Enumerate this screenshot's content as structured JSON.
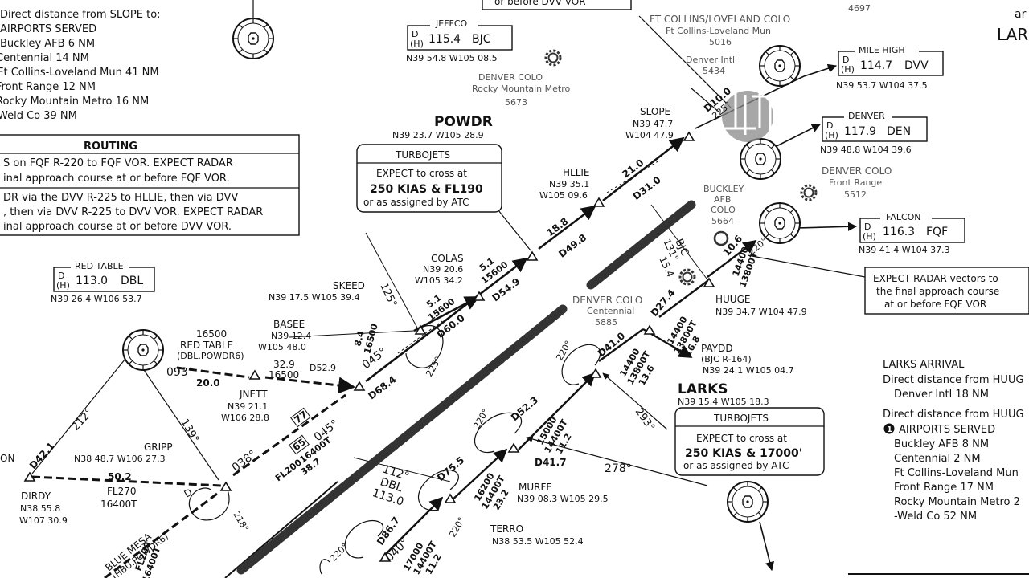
{
  "corner_text": {
    "ar": "ar",
    "lar": "LAR"
  },
  "slope_distances": {
    "heading": "Direct distance from SLOPE to:",
    "served": "AIRPORTS SERVED",
    "items": [
      "Buckley AFB 6 NM",
      "Centennial 14 NM",
      "Ft Collins-Loveland Mun 41 NM",
      "Front Range 12 NM",
      "Rocky Mountain Metro 16 NM",
      "Weld Co 39 NM"
    ]
  },
  "routing": {
    "header": "ROUTING",
    "lines1": [
      "S on FQF R-220 to FQF VOR. EXPECT RADAR",
      "inal approach course at or before FQF VOR."
    ],
    "lines2": [
      "DR via the DVV R-225 to HLLIE, then via DVV",
      ", then via DVV R-225 to DVV VOR. EXPECT RADAR",
      "inal approach course at or before DVV VOR."
    ],
    "top_fragment": "or before DVV VOR"
  },
  "airports": [
    {
      "name": "FT COLLINS/LOVELAND COLO",
      "sub": "Ft Collins-Loveland Mun",
      "elev": "5016"
    },
    {
      "name": "Denver Intl",
      "sub": "",
      "elev": "5434"
    },
    {
      "name": "DENVER COLO",
      "sub": "Rocky Mountain Metro",
      "elev": "5673"
    },
    {
      "name": "DENVER COLO",
      "sub": "Front Range",
      "elev": "5512"
    },
    {
      "name": "BUCKLEY",
      "sub": "AFB",
      "sub2": "COLO",
      "elev": "5664"
    },
    {
      "name": "DENVER COLO",
      "sub": "Centennial",
      "elev": "5885"
    },
    {
      "name": "Weld Co",
      "sub": "",
      "elev": "4697"
    }
  ],
  "navaids": [
    {
      "name": "JEFFCO",
      "freq": "115.4",
      "ident": "BJC",
      "coord": "N39 54.8 W105 08.5"
    },
    {
      "name": "MILE HIGH",
      "freq": "114.7",
      "ident": "DVV",
      "coord": "N39 53.7 W104 37.5"
    },
    {
      "name": "DENVER",
      "freq": "117.9",
      "ident": "DEN",
      "coord": "N39 48.8 W104 39.6"
    },
    {
      "name": "FALCON",
      "freq": "116.3",
      "ident": "FQF",
      "coord": "N39 41.4 W104 37.3"
    },
    {
      "name": "RED TABLE",
      "freq": "113.0",
      "ident": "DBL",
      "coord": "N39 26.4 W106 53.7"
    }
  ],
  "waypoints": [
    {
      "name": "SLOPE",
      "coord": "N39 47.7",
      "coord2": "W104 47.9"
    },
    {
      "name": "HLLIE",
      "coord": "N39 35.1",
      "coord2": "W105 09.6"
    },
    {
      "name": "POWDR",
      "coord": "N39 23.7 W105 28.9"
    },
    {
      "name": "COLAS",
      "coord": "N39 20.6",
      "coord2": "W105 34.2"
    },
    {
      "name": "SKEED",
      "coord": "N39 17.5 W105 39.4"
    },
    {
      "name": "BASEE",
      "coord": "N39 12.4",
      "coord2": "W105 48.0"
    },
    {
      "name": "JNETT",
      "coord": "N39 21.1",
      "coord2": "W106 28.8"
    },
    {
      "name": "GRIPP",
      "coord": "N38 48.7 W106 27.3"
    },
    {
      "name": "DIRDY",
      "coord": "N38 55.8",
      "coord2": "W107 30.9"
    },
    {
      "name": "HUUGE",
      "coord": "N39 34.7 W104 47.9"
    },
    {
      "name": "PAYDD",
      "coord": "(BJC R-164)",
      "coord2": "N39 24.1 W105 04.7"
    },
    {
      "name": "LARKS",
      "coord": "N39 15.4 W105 18.3"
    },
    {
      "name": "MURFE",
      "coord": "N39 08.3 W105 29.5"
    },
    {
      "name": "TERRO",
      "coord": "N38 53.5 W105 52.4"
    },
    {
      "name": "ON",
      "coord": ""
    }
  ],
  "turbojets": [
    {
      "header": "TURBOJETS",
      "line1": "EXPECT to cross at",
      "line2": "250 KIAS & FL190",
      "line3": "or as assigned by ATC"
    },
    {
      "header": "TURBOJETS",
      "line1": "EXPECT to cross at",
      "line2": "250 KIAS & 17000'",
      "line3": "or as assigned by ATC"
    }
  ],
  "radar_note": {
    "lines": [
      "EXPECT RADAR vectors to",
      "the final approach course",
      "at or before FQF VOR"
    ]
  },
  "larks_arrival": {
    "title": "LARKS ARRIVAL",
    "d1": "Direct distance from HUUG",
    "d1_item": "Denver Intl 18 NM",
    "d2": "Direct distance from HUUG",
    "served": "AIRPORTS SERVED",
    "items": [
      "Buckley AFB 8 NM",
      "Centennial 2 NM",
      "Ft Collins-Loveland Mun",
      "Front Range 17 NM",
      "Rocky Mountain Metro 2",
      "-Weld Co 52 NM"
    ]
  },
  "leg_labels": {
    "slope_leg": "D10.0",
    "slope_rad": "225°",
    "hllie_dist": "21.0",
    "hllie_dme": "D31.0",
    "colas_dist": "18.8",
    "colas_dme": "D49.8",
    "skeed_alt": "5.1",
    "skeed_alt2": "15600",
    "skeed_dme": "D54.9",
    "basee_dist": "5.1",
    "basee_alt": "15600",
    "basee_dme": "D60.0",
    "course_125": "125°",
    "course_045": "045°",
    "dist_84": "8.4",
    "alt_16500": "16500",
    "dme_d684": "D68.4",
    "turn_225": "225°",
    "redtable_alt": "16500",
    "redtable_name": "RED TABLE",
    "redtable_sub": "(DBL.POWDR6)",
    "redtable_rad": "093°",
    "jnett_dist": "20.0",
    "jnett_32": "32.9",
    "jnett_alt": "16500",
    "jnett_dme": "D52.9",
    "mea77": "77",
    "mea65": "65",
    "c045b": "045°",
    "fl200": "FL200",
    "alt16400t": "16400T",
    "dist387": "38.7",
    "c038": "038°",
    "c212": "212°",
    "d421": "D42.1",
    "c139": "139°",
    "c218": "218°",
    "dirdy_dist": "50.2",
    "dirdy_fl": "FL270",
    "dirdy_alt": "16400T",
    "bjc_label": "BJC",
    "bjc_rad": "131°",
    "bjc_dist": "15.4",
    "d274": "D27.4",
    "huuge_dist": "10.6",
    "huuge_alt": "14400",
    "huuge_alt2": "13800T",
    "fqf_rad": "220°",
    "paydd_alt1": "14400",
    "paydd_alt2": "13800T",
    "paydd_dist": "16.8",
    "larks_d41": "D41.0",
    "larks_220": "220°",
    "larks_alt1": "14400",
    "larks_alt2": "13800T",
    "larks_dist": "13.6",
    "larks_293": "293°",
    "murfe_d523": "D52.3",
    "murfe_220": "220°",
    "murfe_alt1": "15000",
    "murfe_alt2": "14400T",
    "murfe_dist": "11.2",
    "murfe_d417": "D41.7",
    "murfe_278": "278°",
    "terro_d755": "D75.5",
    "terro_220": "220°",
    "terro_alt1": "16200",
    "terro_alt2": "14400T",
    "terro_dist": "23.2",
    "dbl112": "112°",
    "dbl_name": "DBL",
    "dbl113": "113.0",
    "bottom_d867": "D86.7",
    "bottom_040": "040°",
    "bottom_alt1": "17000",
    "bottom_alt2": "14400T",
    "bottom_dist": "11.2",
    "bottom_220": "220°",
    "bluemesa": "BLUE MESA",
    "bluemesa_sub": "(HBU.POWDR6)",
    "bluemesa_fl": "FL200",
    "bluemesa_alt": "16400T",
    "d_label": "D"
  }
}
